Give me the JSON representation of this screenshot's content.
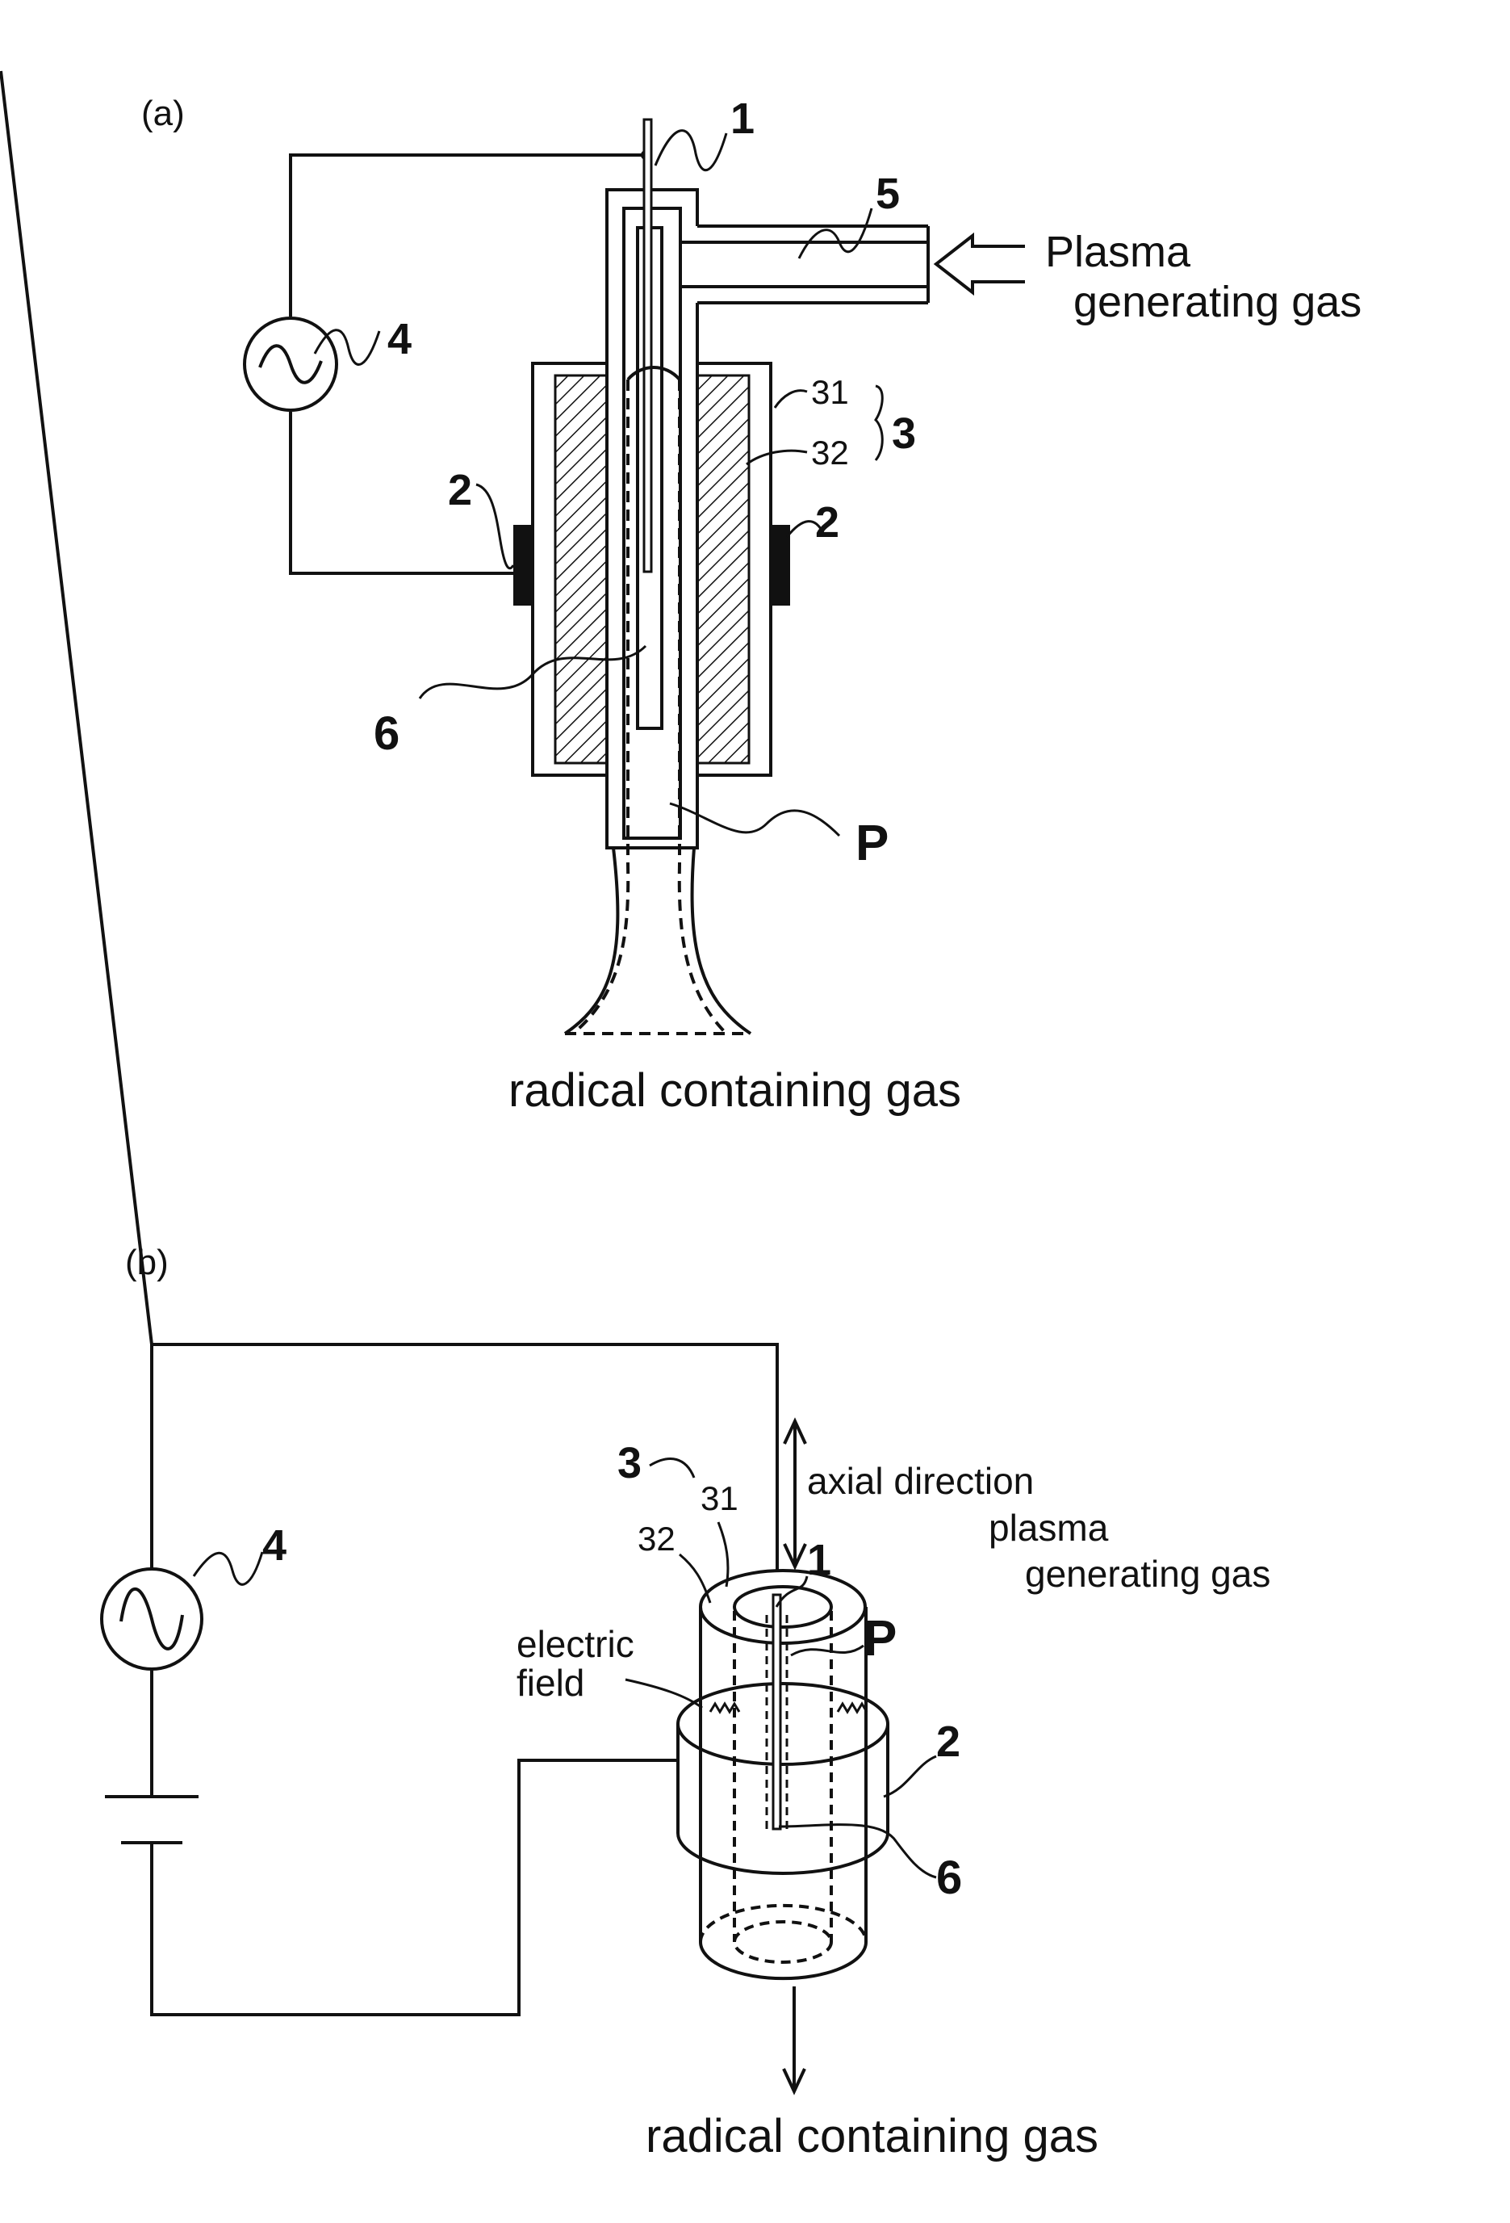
{
  "figure": {
    "panel_a": {
      "panel_label": "(a)",
      "inlet_label_line1": "Plasma",
      "inlet_label_line2": "generating gas",
      "outlet_label": "radical containing gas",
      "ref_1": "1",
      "ref_2_left": "2",
      "ref_2_right": "2",
      "ref_3": "3",
      "ref_31": "31",
      "ref_32": "32",
      "ref_4": "4",
      "ref_5": "5",
      "ref_6": "6",
      "ref_P": "P"
    },
    "panel_b": {
      "panel_label": "(b)",
      "axial_label": "axial direction",
      "gas_label_line1": "plasma",
      "gas_label_line2": "generating gas",
      "field_label_line1": "electric",
      "field_label_line2": "field",
      "outlet_label": "radical containing gas",
      "ref_1": "1",
      "ref_2": "2",
      "ref_3": "3",
      "ref_31": "31",
      "ref_32": "32",
      "ref_4": "4",
      "ref_6": "6",
      "ref_P": "P"
    }
  }
}
